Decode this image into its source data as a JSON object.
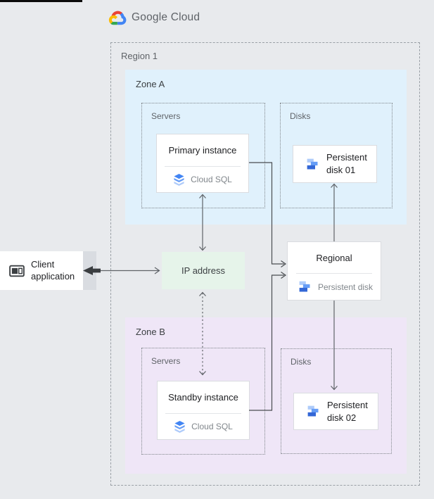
{
  "header": {
    "logo": "Google Cloud"
  },
  "region": {
    "label": "Region 1"
  },
  "zones": {
    "a": {
      "label": "Zone A",
      "servers_label": "Servers",
      "disks_label": "Disks"
    },
    "b": {
      "label": "Zone B",
      "servers_label": "Servers",
      "disks_label": "Disks"
    }
  },
  "cards": {
    "primary": {
      "title": "Primary instance",
      "product": "Cloud SQL"
    },
    "standby": {
      "title": "Standby instance",
      "product": "Cloud SQL"
    },
    "disk01": {
      "label": "Persistent disk 01"
    },
    "disk02": {
      "label": "Persistent disk 02"
    },
    "regional": {
      "title": "Regional",
      "product": "Persistent disk"
    },
    "client": {
      "label": "Client application"
    },
    "ip": {
      "label": "IP address"
    }
  },
  "icons": {
    "cloud_sql": "cloud-sql-icon",
    "persistent_disk": "persistent-disk-icon",
    "client_application": "client-application-icon",
    "google_cloud": "google-cloud-icon"
  },
  "colors": {
    "page_bg": "#e8eaed",
    "zone_a_bg": "#e0f1fc",
    "zone_b_bg": "#efe6f7",
    "ip_bg": "#e6f4ea",
    "card_border": "#dadce0",
    "connector_gray": "#5f6368",
    "google_blue": "#4285f4",
    "google_red": "#ea4335",
    "google_yellow": "#fbbc05",
    "google_green": "#34a853"
  }
}
